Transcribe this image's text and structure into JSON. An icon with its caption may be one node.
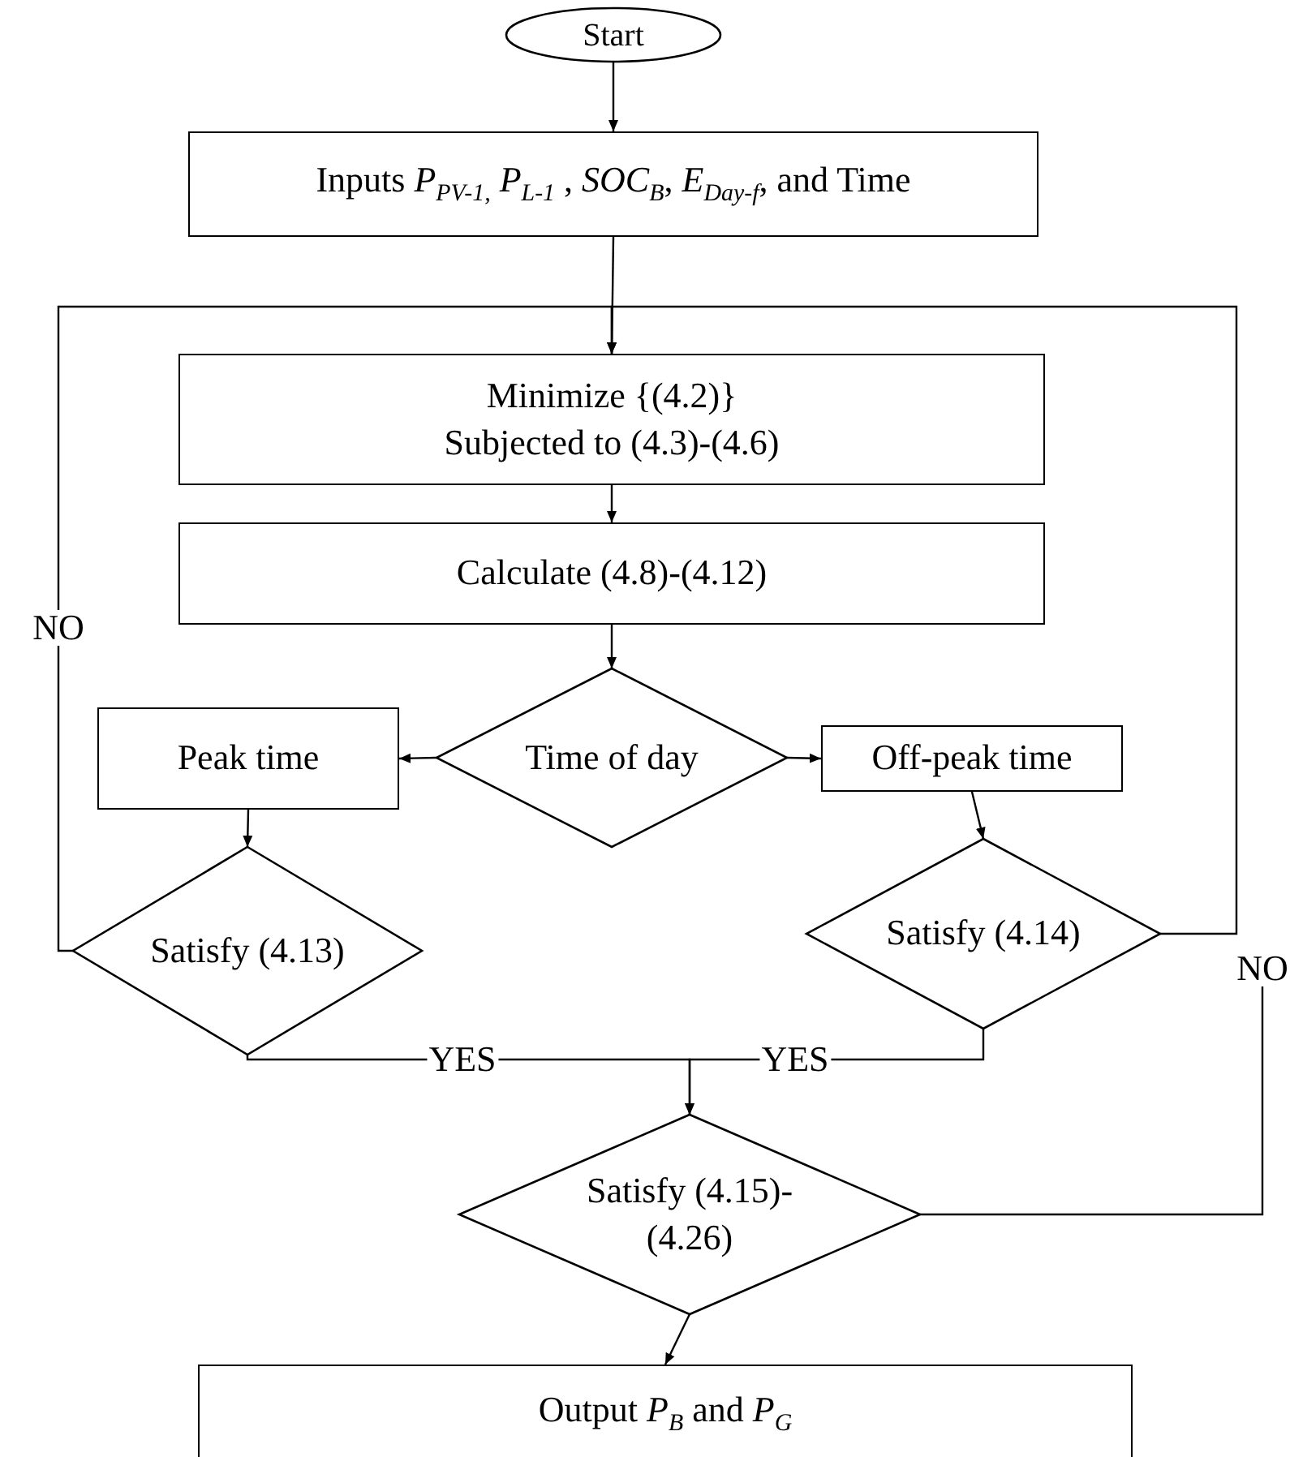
{
  "diagram": {
    "nodes": [
      {
        "text": [
          "Start"
        ]
      },
      {
        "text": [
          "Inputs *P*$_{PV-1,}$ *P*$_{L-1}$ , *SOC*$_{B}$, *E*$_{Day-f}$, and Time"
        ]
      },
      {
        "text": [
          "Minimize {(4.2)}",
          "Subjected to (4.3)-(4.6)"
        ]
      },
      {
        "text": [
          "Calculate (4.8)-(4.12)"
        ]
      },
      {
        "text": [
          "Time of day"
        ]
      },
      {
        "text": [
          "Peak  time"
        ]
      },
      {
        "text": [
          "Off-peak time"
        ]
      },
      {
        "text": [
          "Satisfy (4.13)"
        ]
      },
      {
        "text": [
          "Satisfy (4.14)"
        ]
      },
      {
        "text": [
          "Satisfy (4.15)-(4.26)"
        ]
      },
      {
        "text": [
          "Output *P*$_{B}$ and *P*$_{G}$"
        ]
      }
    ],
    "edges": [
      {
        "from": 0,
        "to": 1,
        "arrow": "to"
      },
      {
        "from": 1,
        "to": 2,
        "arrow": "to"
      },
      {
        "from": 2,
        "to": 3,
        "arrow": "to"
      },
      {
        "from": 3,
        "to": 4,
        "arrow": "to"
      },
      {
        "from": 4,
        "to": 5,
        "arrow": "to"
      },
      {
        "from": 4,
        "to": 6,
        "arrow": "to"
      },
      {
        "from": 5,
        "to": 7,
        "arrow": "to"
      },
      {
        "from": 6,
        "to": 8,
        "arrow": "to"
      },
      {
        "from": 7,
        "to": 2,
        "arrow": "to",
        "label": "NO"
      },
      {
        "from": 8,
        "to": 2,
        "arrow": "to"
      },
      {
        "from": 7,
        "to": 9,
        "arrow": "to",
        "label": "YES"
      },
      {
        "from": 8,
        "to": 9,
        "arrow": "to",
        "label": "YES"
      },
      {
        "from": 9,
        "to": 10,
        "arrow": "to"
      },
      {
        "from": 9,
        "to": null,
        "arrow": "none",
        "label": "NO"
      }
    ]
  }
}
